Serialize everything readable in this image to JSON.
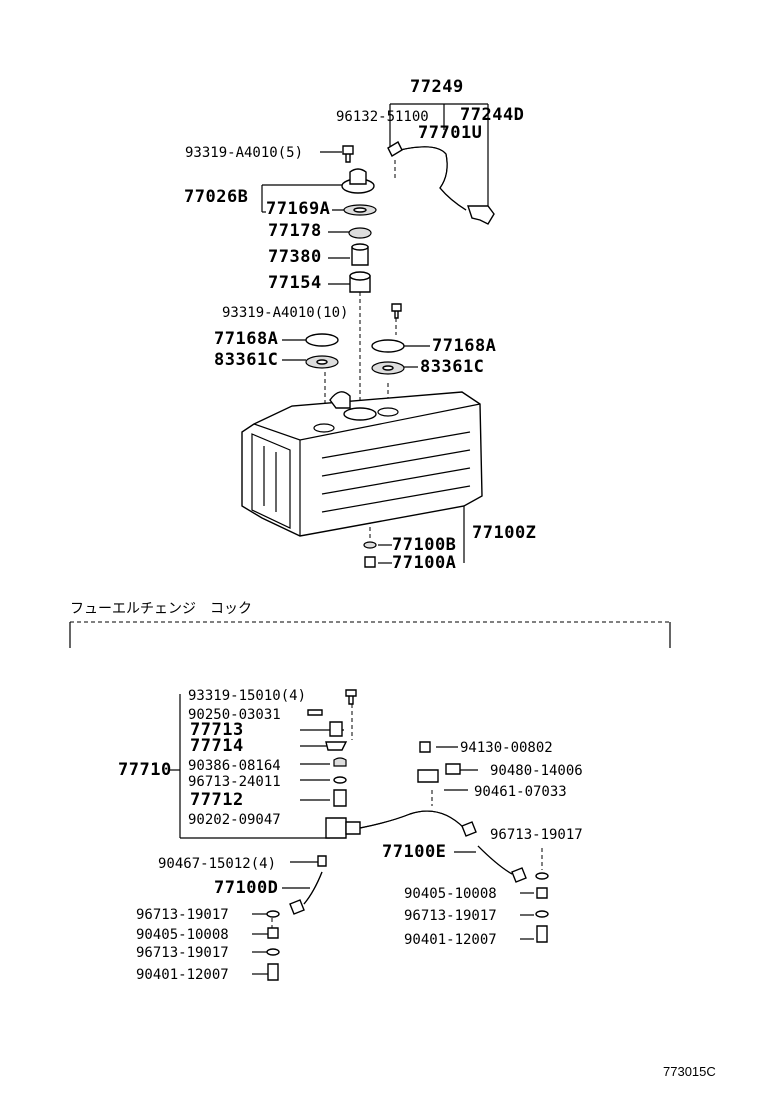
{
  "section_title": "フューエルチェンジ　コック",
  "figure_code": "773015C",
  "upper": {
    "p77249": "77249",
    "p96132": "96132-51100",
    "p77244d": "77244D",
    "p77701u": "77701U",
    "p93319a_5": "93319-A4010(5)",
    "p77026b": "77026B",
    "p77169a": "77169A",
    "p77178": "77178",
    "p77380": "77380",
    "p77154": "77154",
    "p93319a_10": "93319-A4010(10)",
    "p77168a_l": "77168A",
    "p83361c_l": "83361C",
    "p77168a_r": "77168A",
    "p83361c_r": "83361C",
    "p77100z": "77100Z",
    "p77100b": "77100B",
    "p77100a": "77100A"
  },
  "lower": {
    "p77710": "77710",
    "p93319_15010": "93319-15010(4)",
    "p90250": "90250-03031",
    "p77713": "77713",
    "p77714": "77714",
    "p90386": "90386-08164",
    "p96713_24011": "96713-24011",
    "p77712": "77712",
    "p90202": "90202-09047",
    "p90467": "90467-15012(4)",
    "p77100d": "77100D",
    "p96713_19017_l1": "96713-19017",
    "p90405_l": "90405-10008",
    "p96713_19017_l2": "96713-19017",
    "p90401_l": "90401-12007",
    "p94130": "94130-00802",
    "p90480": "90480-14006",
    "p90461": "90461-07033",
    "p96713_19017_r1": "96713-19017",
    "p77100e": "77100E",
    "p90405_r": "90405-10008",
    "p96713_19017_r2": "96713-19017",
    "p90401_r": "90401-12007"
  }
}
